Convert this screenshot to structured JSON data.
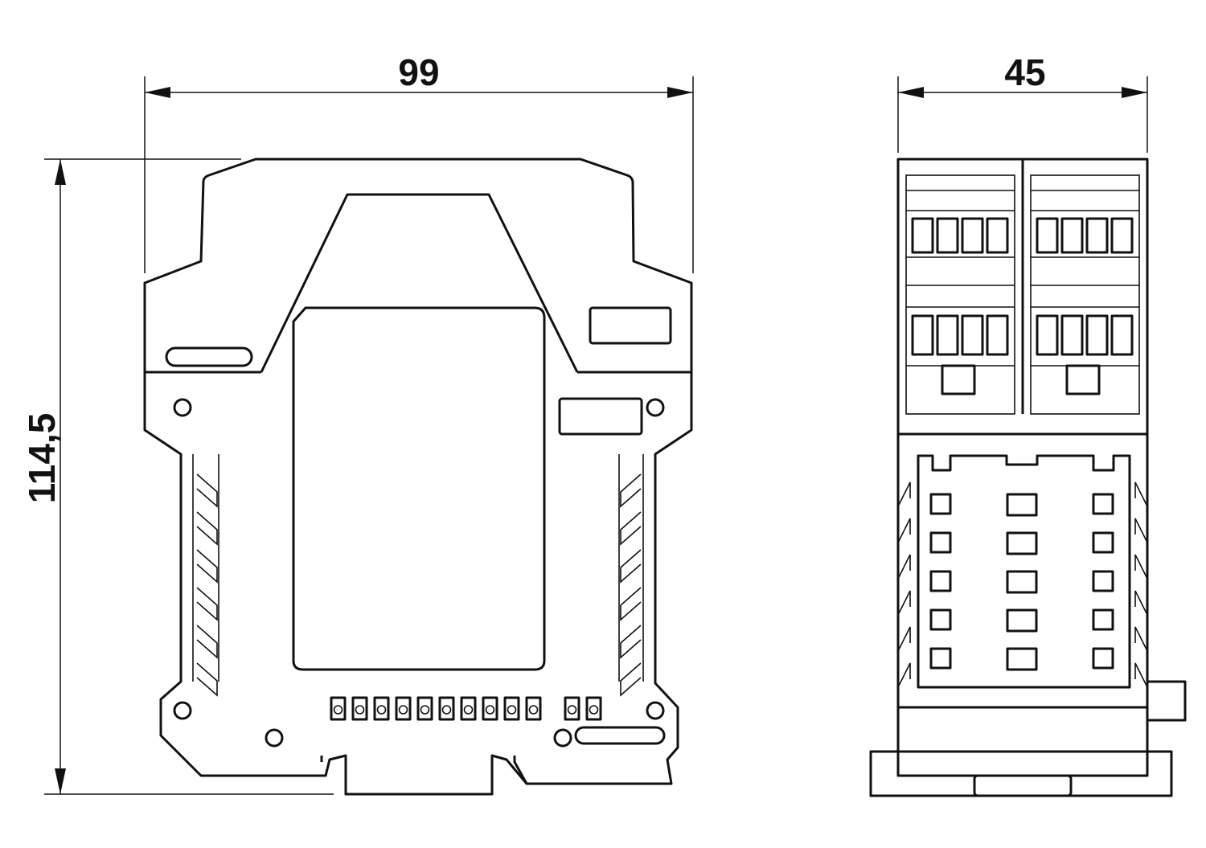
{
  "dimensions": {
    "front_width": "99",
    "side_width": "45",
    "height": "114,5"
  },
  "colors": {
    "line": "#111111",
    "background": "#ffffff"
  }
}
